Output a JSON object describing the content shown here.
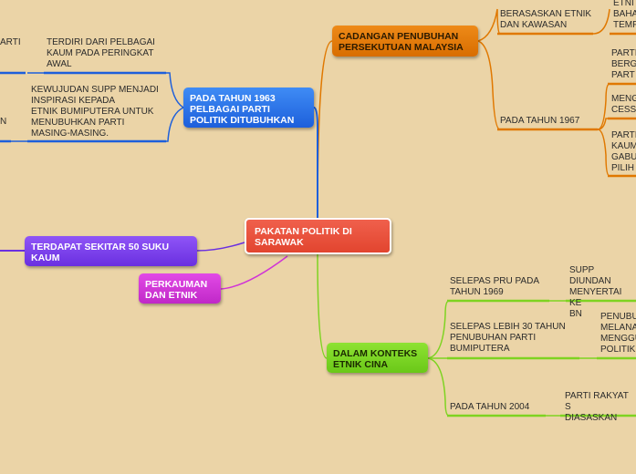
{
  "root": "PAKATAN POLITIK DI SARAWAK",
  "nodes": {
    "cadangan": "CADANGAN PENUBUHAN PERSEKUTUAN MALAYSIA",
    "tahun1963": "PADA TAHUN 1963 PELBAGAI PARTI POLITIK DITUBUHKAN",
    "suku_kaum": "TERDAPAT SEKITAR 50 SUKU KAUM",
    "perkauman": "PERKAUMAN DAN ETNIK",
    "etnik_cina": "DALAM KONTEKS ETNIK CINA"
  },
  "labels": {
    "berasaskan": "BERASASKAN ETNIK\nDAN KAWASAN",
    "tahun1967": "PADA TAHUN 1967",
    "etni_cut": "ETNI\nBAHA\nTEMP",
    "parti_berg_cut": "PARTI\nBERG\nPART",
    "meng_cut": "MENG\nCESS",
    "parti_kaum_cut": "PARTI\nKAUM\nGABU\nPILIH",
    "terdiri": "TERDIRI DARI PELBAGAI\nKAUM PADA PERINGKAT\nAWAL",
    "arti_cut": "ARTI",
    "kewujudan": "KEWUJUDAN SUPP MENJADI\nINSPIRASI KEPADA\nETNIK BUMIPUTERA UNTUK\nMENUBUHKAN PARTI\nMASING-MASING.",
    "n_cut": "N",
    "pru1969": "SELEPAS PRU PADA\nTAHUN 1969",
    "supp_diundang": "SUPP DIUNDAN\nMENYERTAI KE\nBN",
    "lebih30": "SELEPAS LEBIH 30 TAHUN\nPENUBUHAN PARTI\nBUMIPUTERA",
    "penubuhan_cut": "PENUBU\nMELANA\nMENGGU\nPOLITIK",
    "tahun2004": "PADA TAHUN  2004",
    "rakyat": "PARTI RAKYAT S\nDIASASKAN"
  },
  "colors": {
    "background": "#ebd4a7",
    "orange": "#e07800",
    "blue": "#1d5fdb",
    "purple": "#6a2fe0",
    "magenta": "#d033d6",
    "green": "#7ed321",
    "root": "#e8503a"
  }
}
